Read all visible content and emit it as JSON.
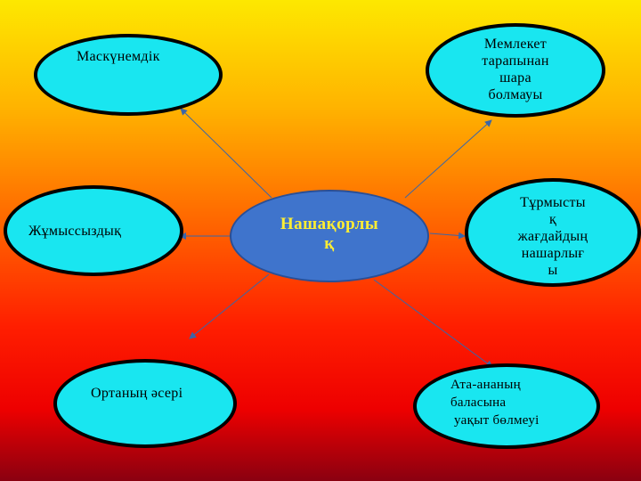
{
  "center": {
    "label": "Нашақорлы\nқ"
  },
  "nodes": [
    {
      "id": "top-left",
      "label": "Маскүнемдік"
    },
    {
      "id": "top-right",
      "label": "Мемлекет\nтарапынан\nшара\nболмауы"
    },
    {
      "id": "mid-left",
      "label": "Жұмыссыздық"
    },
    {
      "id": "mid-right",
      "label": "Тұрмысты\nқ\nжағдайдың\nнашарлығ\nы"
    },
    {
      "id": "bottom-left",
      "label": "Ортаның әсері"
    },
    {
      "id": "bottom-right",
      "label": "Ата-ананың\nбаласына\n уақыт бөлмеуі"
    }
  ],
  "colors": {
    "node_fill": "#19e6f0",
    "node_border": "#000000",
    "center_fill": "#3f74cc",
    "center_text": "#ffee33",
    "arrow": "#3a66a8"
  }
}
